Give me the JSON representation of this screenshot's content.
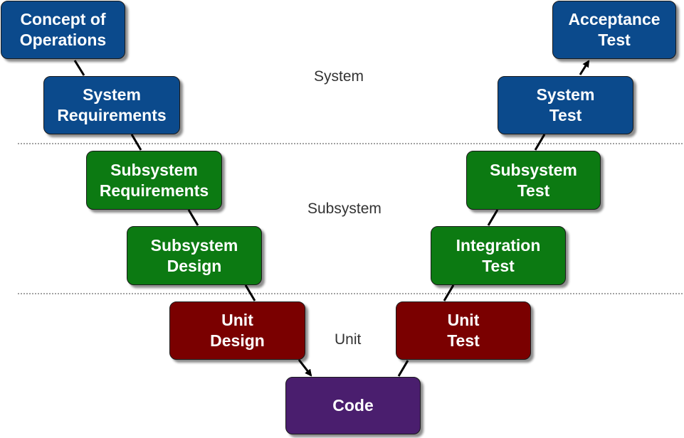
{
  "colors": {
    "system": "#0b4a8c",
    "subsystem": "#0c7a12",
    "unit": "#7a0000",
    "code": "#4a1e6e"
  },
  "levels": {
    "system": "System",
    "subsystem": "Subsystem",
    "unit": "Unit"
  },
  "nodes": {
    "concept_of_operations": [
      "Concept of",
      "Operations"
    ],
    "system_requirements": [
      "System",
      "Requirements"
    ],
    "subsystem_requirements": [
      "Subsystem",
      "Requirements"
    ],
    "subsystem_design": [
      "Subsystem",
      "Design"
    ],
    "unit_design": [
      "Unit",
      "Design"
    ],
    "code": [
      "Code"
    ],
    "unit_test": [
      "Unit",
      "Test"
    ],
    "integration_test": [
      "Integration",
      "Test"
    ],
    "subsystem_test": [
      "Subsystem",
      "Test"
    ],
    "system_test": [
      "System",
      "Test"
    ],
    "acceptance_test": [
      "Acceptance",
      "Test"
    ]
  }
}
